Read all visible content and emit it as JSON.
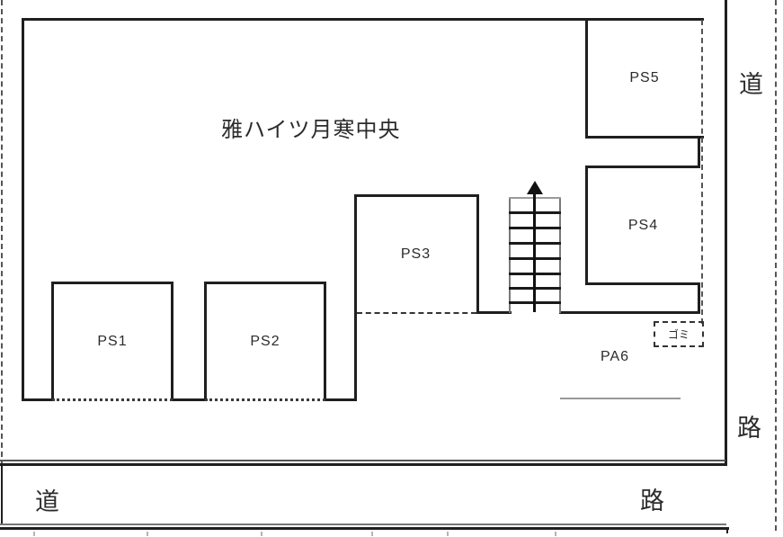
{
  "plan": {
    "building_title": "雅ハイツ月寒中央",
    "parking": {
      "ps1": "PS1",
      "ps2": "PS2",
      "ps3": "PS3",
      "ps4": "PS4",
      "ps5": "PS5",
      "pa6": "PA6"
    },
    "garbage_label": "ゴミ",
    "road_labels": {
      "right_top": "道",
      "right_bottom": "路",
      "bottom_left": "道",
      "bottom_right": "路"
    },
    "colors": {
      "line": "#1f1f1f",
      "light_line": "#999999",
      "background": "#ffffff"
    }
  }
}
